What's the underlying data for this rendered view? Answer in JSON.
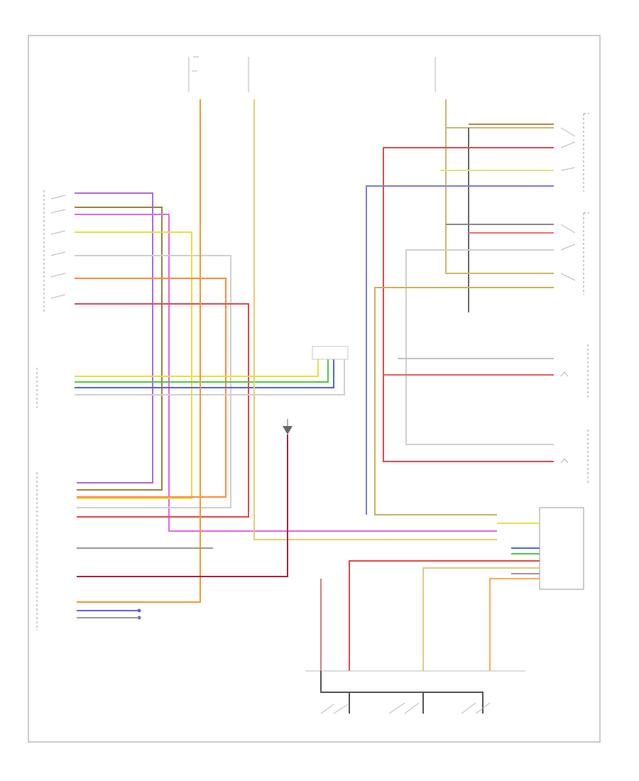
{
  "diagram": {
    "title": "",
    "corner_label": "",
    "colors": {
      "purple": "#b06ad8",
      "orange": "#f39a2a",
      "brown": "#a08040",
      "pink": "#e468e4",
      "yellow": "#e6e040",
      "white": "#cfcfcf",
      "light_orange": "#ffb06a",
      "red": "#e84848",
      "green": "#52c84a",
      "blue": "#5262e8",
      "gray": "#7a7a7a",
      "dark_gray": "#505050",
      "khaki": "#cdb86a",
      "tan": "#d6b88c"
    },
    "components": [
      {
        "id": "driver-window-switch",
        "label": ""
      },
      {
        "id": "instrument-panel",
        "label": ""
      },
      {
        "id": "left-front-door-module",
        "label": ""
      },
      {
        "id": "body-processor-module",
        "label": ""
      },
      {
        "id": "passenger-window-switch-front",
        "label": ""
      },
      {
        "id": "passenger-window-switch-rear",
        "label": ""
      },
      {
        "id": "passenger-door-lock-motor",
        "label": ""
      },
      {
        "id": "fuse-block",
        "label": ""
      },
      {
        "id": "ground-point",
        "label": ""
      },
      {
        "id": "seat-switches",
        "label": ""
      }
    ]
  }
}
